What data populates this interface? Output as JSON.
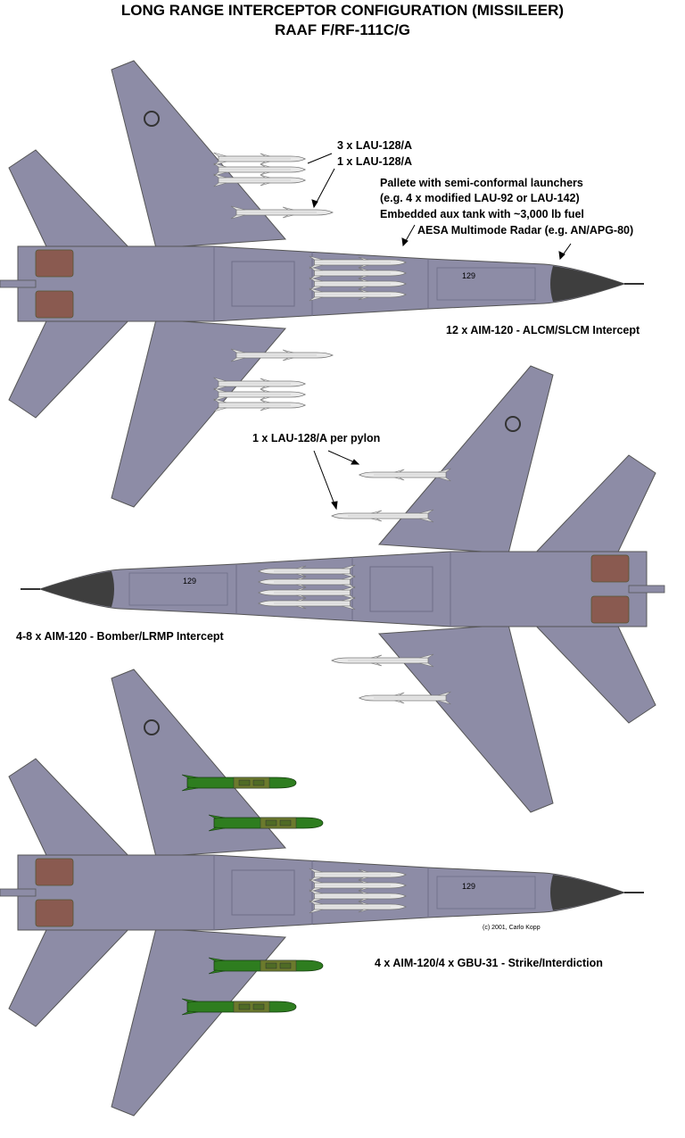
{
  "title_line1": "LONG RANGE INTERCEPTOR CONFIGURATION (MISSILEER)",
  "title_line2": "RAAF F/RF-111C/G",
  "tail_number": "129",
  "colors": {
    "airframe": "#8d8ca6",
    "airframe_dark": "#6f6e88",
    "radome": "#3e3e3e",
    "nozzle": "#8a5a50",
    "missile": "#e6e6e6",
    "bomb_green": "#2e7d1f",
    "bomb_olive": "#6b7a2c"
  },
  "aircraft_top": {
    "labels": {
      "lau_3": "3 x LAU-128/A",
      "lau_1": "1 x LAU-128/A",
      "pallete": "Pallete with semi-conformal launchers",
      "pallete_example": "(e.g. 4 x modified LAU-92 or LAU-142)",
      "aux_tank": "Embedded aux  tank with ~3,000 lb fuel",
      "radar": "AESA Multimode Radar (e.g. AN/APG-80)",
      "config": "12 x AIM-120 - ALCM/SLCM Intercept"
    }
  },
  "aircraft_middle": {
    "labels": {
      "per_pylon": "1 x LAU-128/A per pylon",
      "config": "4-8 x AIM-120 - Bomber/LRMP Intercept"
    }
  },
  "aircraft_bottom": {
    "labels": {
      "copyright": "(c) 2001, Carlo Kopp",
      "config": "4 x AIM-120/4 x GBU-31 - Strike/Interdiction"
    }
  }
}
